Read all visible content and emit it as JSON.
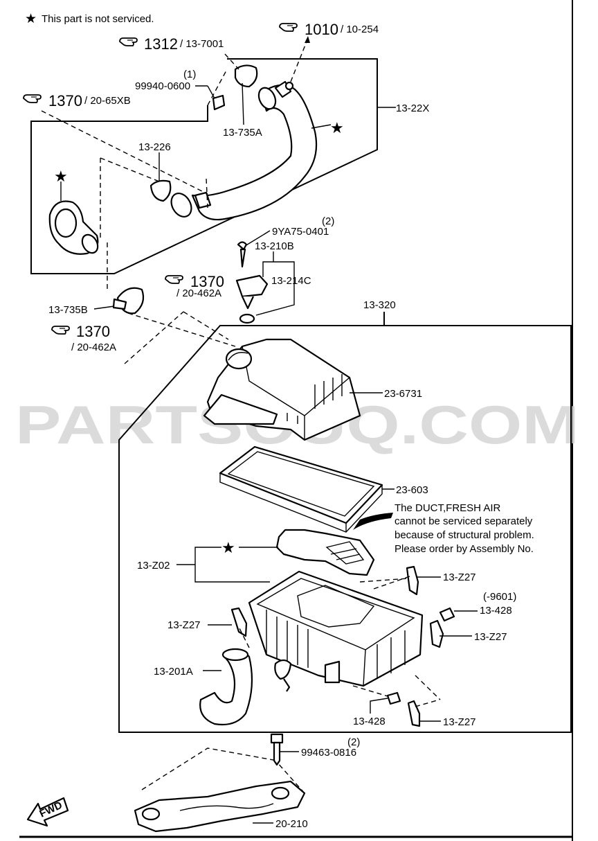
{
  "legend": {
    "star_glyph": "★",
    "text": "This part is not serviced."
  },
  "watermark": "PARTSOUQ.COM",
  "refs": {
    "r1010": {
      "num": "1010",
      "page": "/ 10-254"
    },
    "r1312": {
      "num": "1312",
      "page": "/ 13-7001"
    },
    "r1370a": {
      "num": "1370",
      "page": "/ 20-65XB"
    },
    "r1370b": {
      "num": "1370",
      "page": "/ 20-462A"
    },
    "r1370c": {
      "num": "1370",
      "page": "/ 20-462A"
    }
  },
  "parts": {
    "p99940": "99940-0600",
    "p99940_qty": "(1)",
    "p13_735A": "13-735A",
    "p13_22X": "13-22X",
    "p13_226": "13-226",
    "p9YA75": "9YA75-0401",
    "p9YA75_qty": "(2)",
    "p13_210B": "13-210B",
    "p13_214C": "13-214C",
    "p13_735B": "13-735B",
    "p13_320": "13-320",
    "p23_6731": "23-6731",
    "p23_603": "23-603",
    "p13_Z02": "13-Z02",
    "p13_Z27_a": "13-Z27",
    "p13_Z27_b": "13-Z27",
    "p13_Z27_c": "13-Z27",
    "p13_Z27_d": "13-Z27",
    "p9601": "(-9601)",
    "p13_428_a": "13-428",
    "p13_428_b": "13-428",
    "p13_201A": "13-201A",
    "p99463": "99463-0816",
    "p99463_qty": "(2)",
    "p20_210": "20-210"
  },
  "note": [
    "The DUCT,FRESH AIR",
    "cannot be serviced separately",
    "because of structural problem.",
    "Please order by Assembly No."
  ],
  "fwd": "FWD",
  "icons": {
    "reference": "pointing-hand-icon",
    "star": "star-icon",
    "forward": "forward-arrow-icon"
  }
}
